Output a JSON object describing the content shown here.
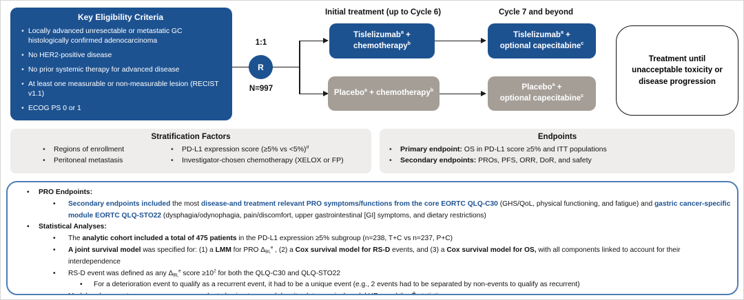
{
  "colors": {
    "box_blue": "#1d5291",
    "box_gray": "#a59e97",
    "band_gray": "#efedeb",
    "accent_text_blue": "#1d5291",
    "pro_box_border_blue": "#4e7db5"
  },
  "eligibility": {
    "title": "Key Eligibility Criteria",
    "items": [
      "Locally advanced unresectable or metastatic GC histologically confirmed adenocarcinoma",
      "No HER2-positive disease",
      "No prior systemic therapy for advanced disease",
      "At least one measurable or non-measurable lesion (RECIST v1.1)",
      "ECOG PS 0 or 1"
    ]
  },
  "randomization": {
    "ratio": "1:1",
    "symbol": "R",
    "n": "N=997"
  },
  "column_headers": {
    "initial": "Initial treatment (up to Cycle 6)",
    "cycle7": "Cycle 7 and beyond"
  },
  "arms": {
    "tis_chemo": [
      {
        "t": "Tislelizumab"
      },
      {
        "t": "a",
        "sup": true
      },
      {
        "t": " +"
      },
      {
        "br": true
      },
      {
        "t": "chemotherapy"
      },
      {
        "t": "b",
        "sup": true
      }
    ],
    "placebo_chemo": [
      {
        "t": "Placebo"
      },
      {
        "t": "a",
        "sup": true
      },
      {
        "t": " + chemotherapy"
      },
      {
        "t": "b",
        "sup": true
      }
    ],
    "tis_cape": [
      {
        "t": "Tislelizumab"
      },
      {
        "t": "a",
        "sup": true
      },
      {
        "t": " +"
      },
      {
        "br": true
      },
      {
        "t": "optional capecitabine"
      },
      {
        "t": "c",
        "sup": true
      }
    ],
    "placebo_cape": [
      {
        "t": "Placebo"
      },
      {
        "t": "a",
        "sup": true
      },
      {
        "t": " +"
      },
      {
        "br": true
      },
      {
        "t": "optional capecitabine"
      },
      {
        "t": "c",
        "sup": true
      }
    ]
  },
  "outcome_box": "Treatment until unacceptable toxicity or disease progression",
  "stratification": {
    "title": "Stratification Factors",
    "col1": [
      "Regions of enrollment",
      "Peritoneal metastasis"
    ],
    "col2": [
      [
        {
          "t": "PD-L1 expression score (≥5% vs <5%)"
        },
        {
          "t": "d",
          "sup": true
        }
      ],
      [
        {
          "t": "Investigator-chosen chemotherapy (XELOX or FP)"
        }
      ]
    ]
  },
  "endpoints": {
    "title": "Endpoints",
    "items": [
      [
        {
          "t": "Primary endpoint:",
          "b": true
        },
        {
          "t": " OS in PD-L1 score ≥5% and ITT populations"
        }
      ],
      [
        {
          "t": "Secondary endpoints:",
          "b": true
        },
        {
          "t": " PROs, PFS, ORR, DoR, and safety"
        }
      ]
    ]
  },
  "pro_box": {
    "items": [
      {
        "level": 1,
        "rich": [
          {
            "t": "PRO Endpoints:",
            "b": true
          }
        ]
      },
      {
        "level": 2,
        "rich": [
          {
            "t": "Secondary endpoints included",
            "b": true,
            "c": "#1d5291"
          },
          {
            "t": " the most "
          },
          {
            "t": "disease-and treatment relevant PRO symptoms/functions from the core EORTC QLQ-C30",
            "b": true,
            "c": "#1d5291"
          },
          {
            "t": " (GHS/QoL, physical functioning, and fatigue) and "
          },
          {
            "t": "gastric cancer-specific module EORTC QLQ-STO22",
            "b": true,
            "c": "#1d5291"
          },
          {
            "t": " (dysphagia/odynophagia, pain/discomfort, upper gastrointestinal [GI] symptoms, and dietary restrictions)"
          }
        ]
      },
      {
        "level": 1,
        "rich": [
          {
            "t": "Statistical Analyses:",
            "b": true
          }
        ]
      },
      {
        "level": 2,
        "rich": [
          {
            "t": "The "
          },
          {
            "t": "analytic cohort included a total of 475 patients",
            "b": true
          },
          {
            "t": " in the PD-L1 expression ≥5% subgroup (n=238, T+C vs n=237, P+C)"
          }
        ]
      },
      {
        "level": 2,
        "rich": [
          {
            "t": "A joint survival model",
            "b": true
          },
          {
            "t": " was specified for: (1) a "
          },
          {
            "t": "LMM",
            "b": true
          },
          {
            "t": " for PRO Δ"
          },
          {
            "t": "BL",
            "sub": true
          },
          {
            "t": "e",
            "sup": true
          },
          {
            "t": " , (2) a "
          },
          {
            "t": "Cox survival model for RS-D",
            "b": true
          },
          {
            "t": " events, and (3) a "
          },
          {
            "t": "Cox survival model for OS,",
            "b": true
          },
          {
            "t": " with all components linked to account for their interdependence"
          }
        ]
      },
      {
        "level": 2,
        "rich": [
          {
            "t": "RS-D event was defined as any Δ"
          },
          {
            "t": "BL",
            "sub": true
          },
          {
            "t": "e",
            "sup": true
          },
          {
            "t": " score ≥10"
          },
          {
            "t": "2",
            "sup": true
          },
          {
            "t": " for both the QLQ-C30 and QLQ-STO22"
          }
        ]
      },
      {
        "level": 3,
        "rich": [
          {
            "t": "For a deterioration event to qualify as a recurrent event, it had to be a unique event (e.g., 2 events had to be separated by non-events to qualify as recurrent)"
          }
        ]
      },
      {
        "level": 2,
        "rich": [
          {
            "t": "Model and parameter convergence were evaluated using trace and density plots, survival model HRs, and the "
          },
          {
            "t": "R̂",
            "i": true
          },
          {
            "t": " statistic"
          }
        ]
      }
    ]
  }
}
